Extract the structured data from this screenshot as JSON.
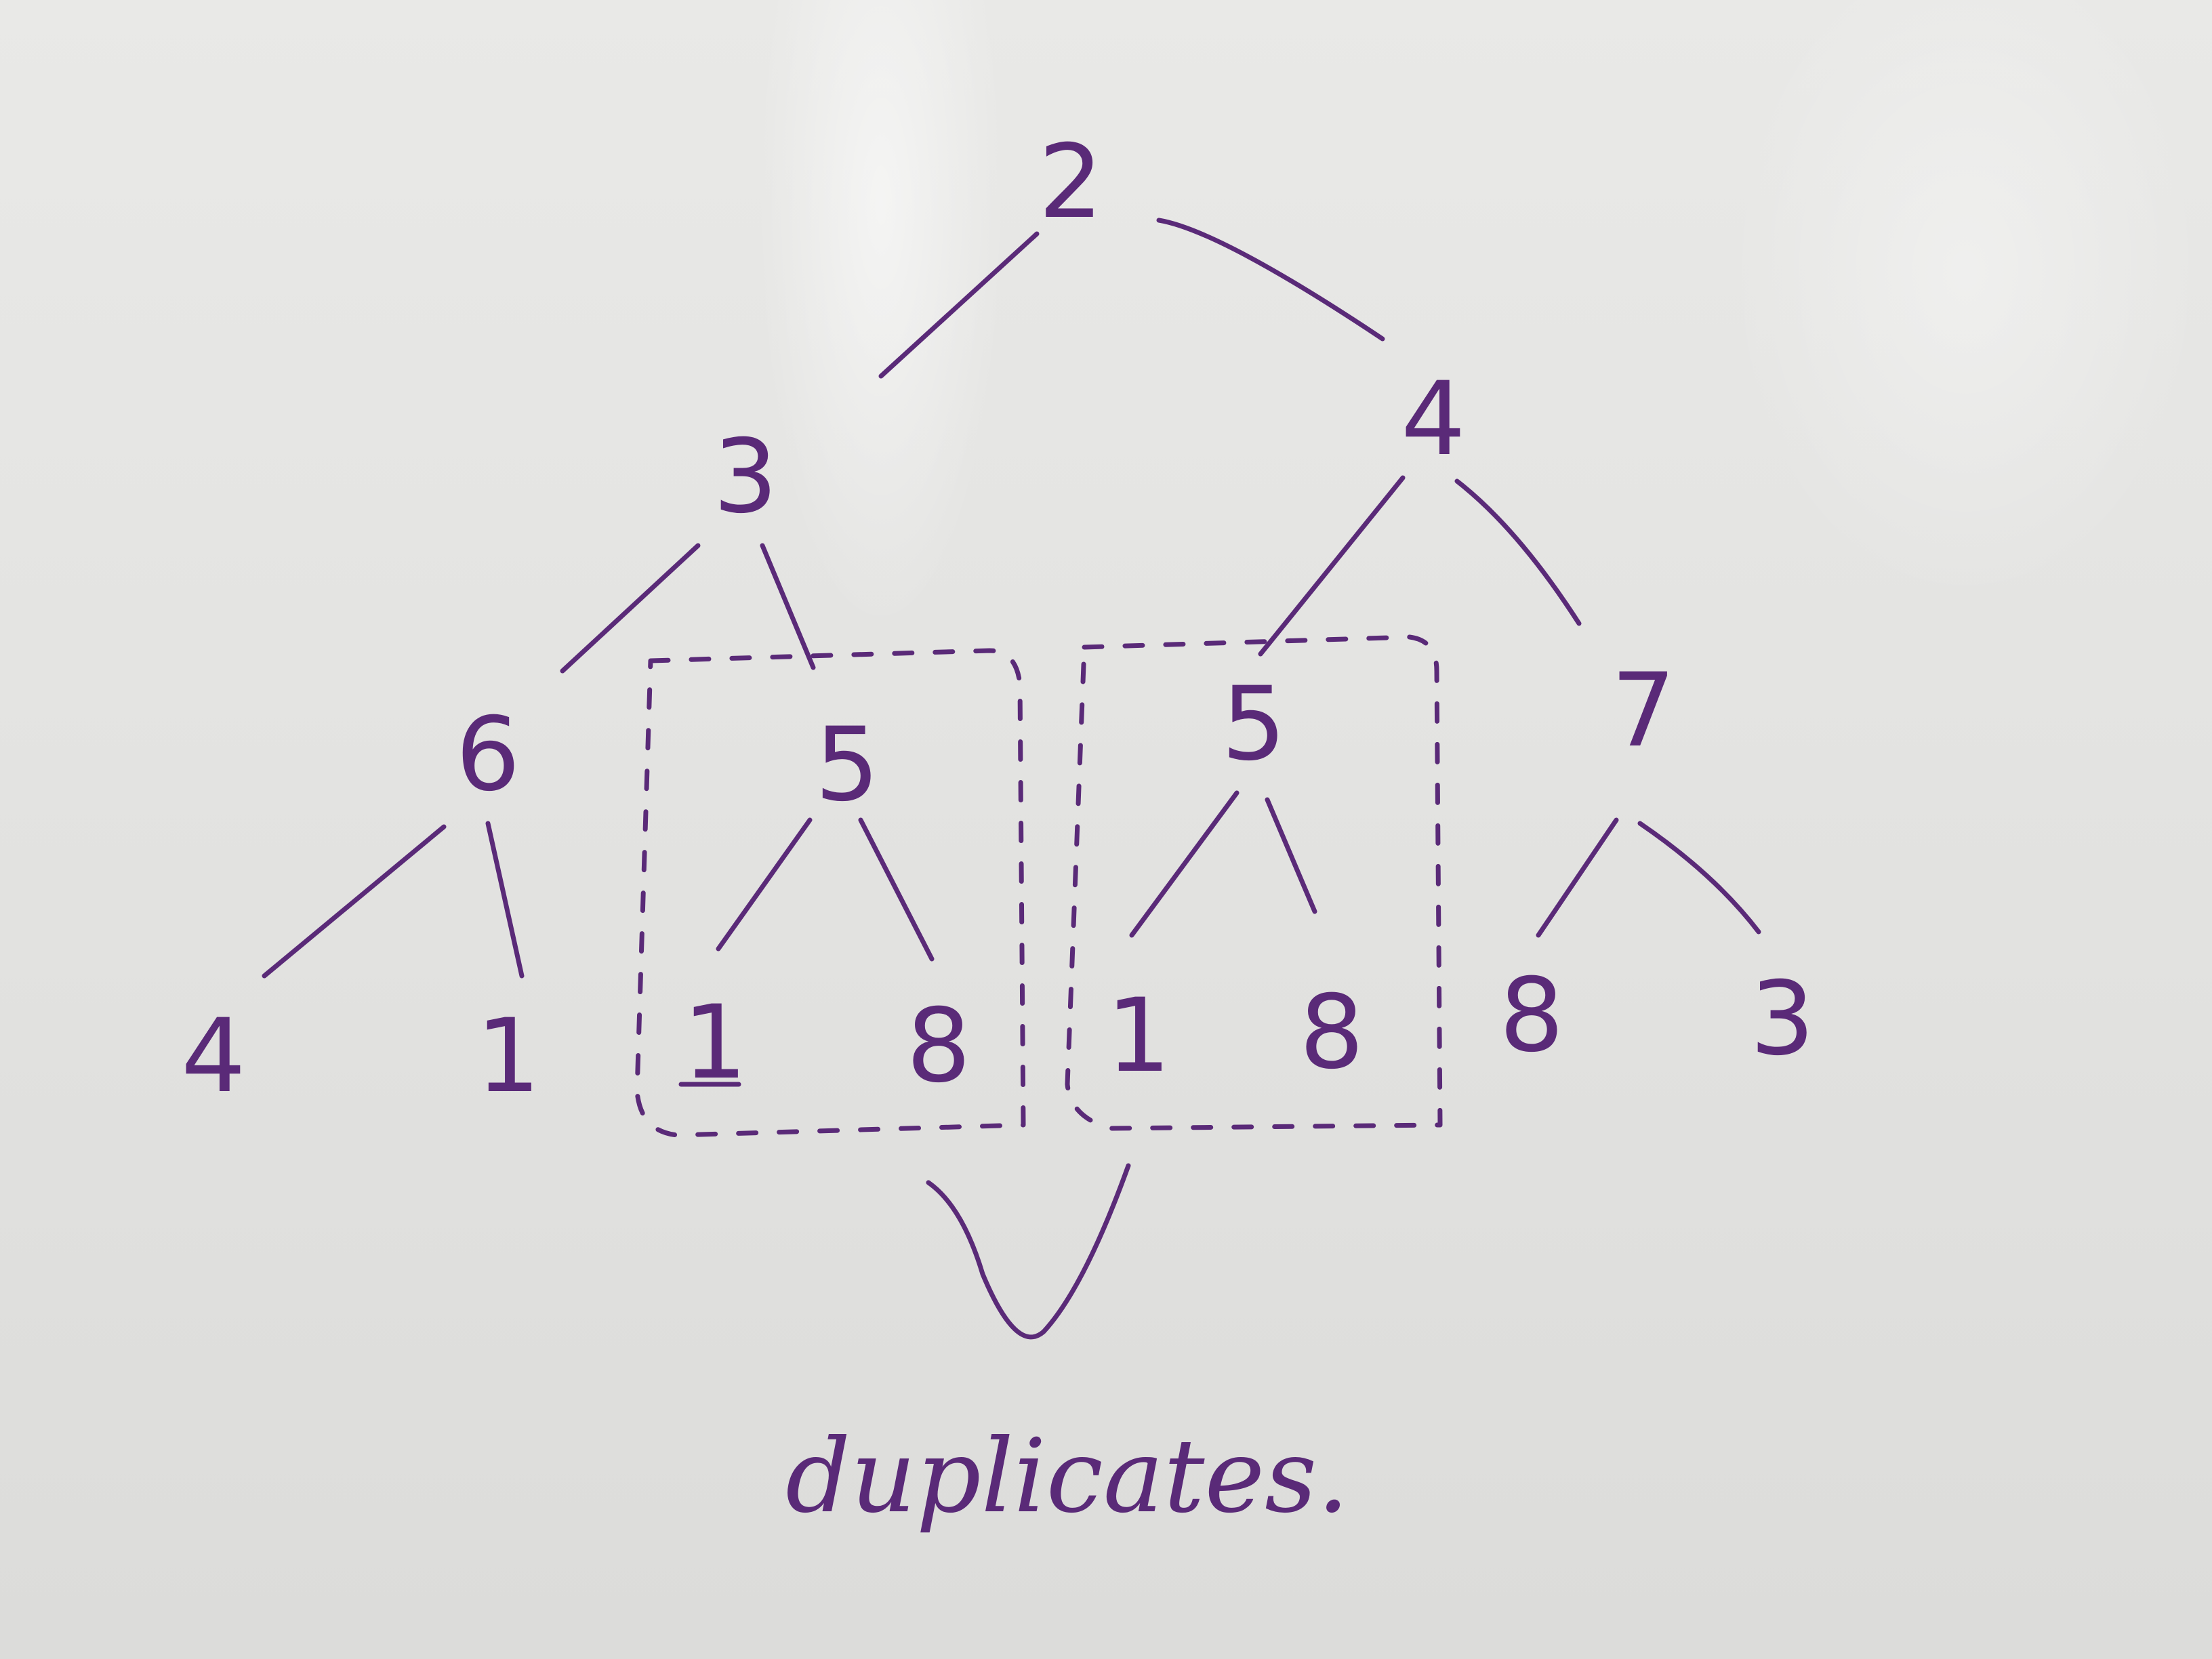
{
  "tree": {
    "root": {
      "value": "2"
    },
    "level1": [
      {
        "value": "3"
      },
      {
        "value": "4"
      }
    ],
    "level2": [
      {
        "value": "6"
      },
      {
        "value": "5"
      },
      {
        "value": "5"
      },
      {
        "value": "7"
      }
    ],
    "level3": [
      {
        "value": "4"
      },
      {
        "value": "1"
      },
      {
        "value": "1"
      },
      {
        "value": "8"
      },
      {
        "value": "1"
      },
      {
        "value": "8"
      },
      {
        "value": "8"
      },
      {
        "value": "3"
      }
    ]
  },
  "annotation": {
    "text": "duplicates."
  },
  "colors": {
    "ink": "#5a2a78",
    "board": "#e4e4e2"
  }
}
